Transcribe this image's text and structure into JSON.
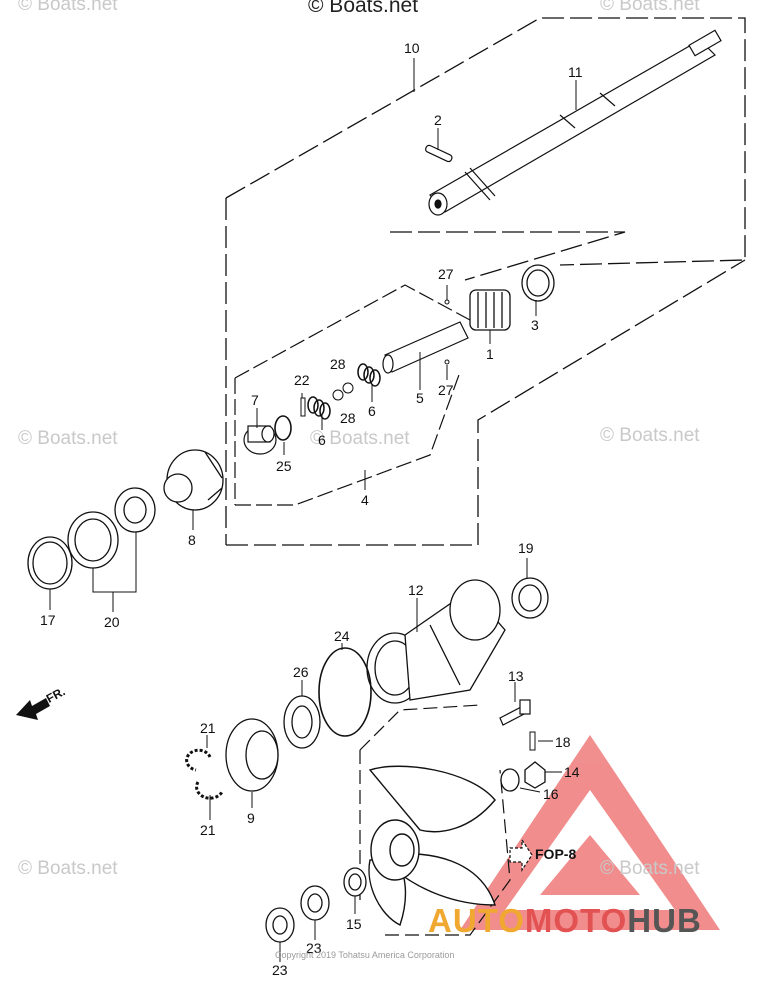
{
  "watermark": {
    "top": "© Boats.net",
    "repeat": "© Boats.net"
  },
  "callouts": {
    "c1": "1",
    "c2": "2",
    "c3": "3",
    "c4": "4",
    "c5": "5",
    "c6a": "6",
    "c6b": "6",
    "c7": "7",
    "c8": "8",
    "c9": "9",
    "c10": "10",
    "c11": "11",
    "c12": "12",
    "c13": "13",
    "c14": "14",
    "c15": "15",
    "c16": "16",
    "c17": "17",
    "c18": "18",
    "c19": "19",
    "c20": "20",
    "c21a": "21",
    "c21b": "21",
    "c22": "22",
    "c23a": "23",
    "c23b": "23",
    "c24": "24",
    "c25": "25",
    "c26": "26",
    "c27a": "27",
    "c27b": "27",
    "c28a": "28",
    "c28b": "28"
  },
  "reference": "FOP-8",
  "direction": "FR.",
  "brand": {
    "part1": "AUTO",
    "part2": "MOTO",
    "part3": "HUB"
  },
  "copyright": "Copyright 2019 Tohatsu America Corporation",
  "colors": {
    "brand_orange": "#f0a830",
    "brand_red": "#e35252",
    "brand_gray": "#555555",
    "logo_triangle": "#e35252"
  }
}
